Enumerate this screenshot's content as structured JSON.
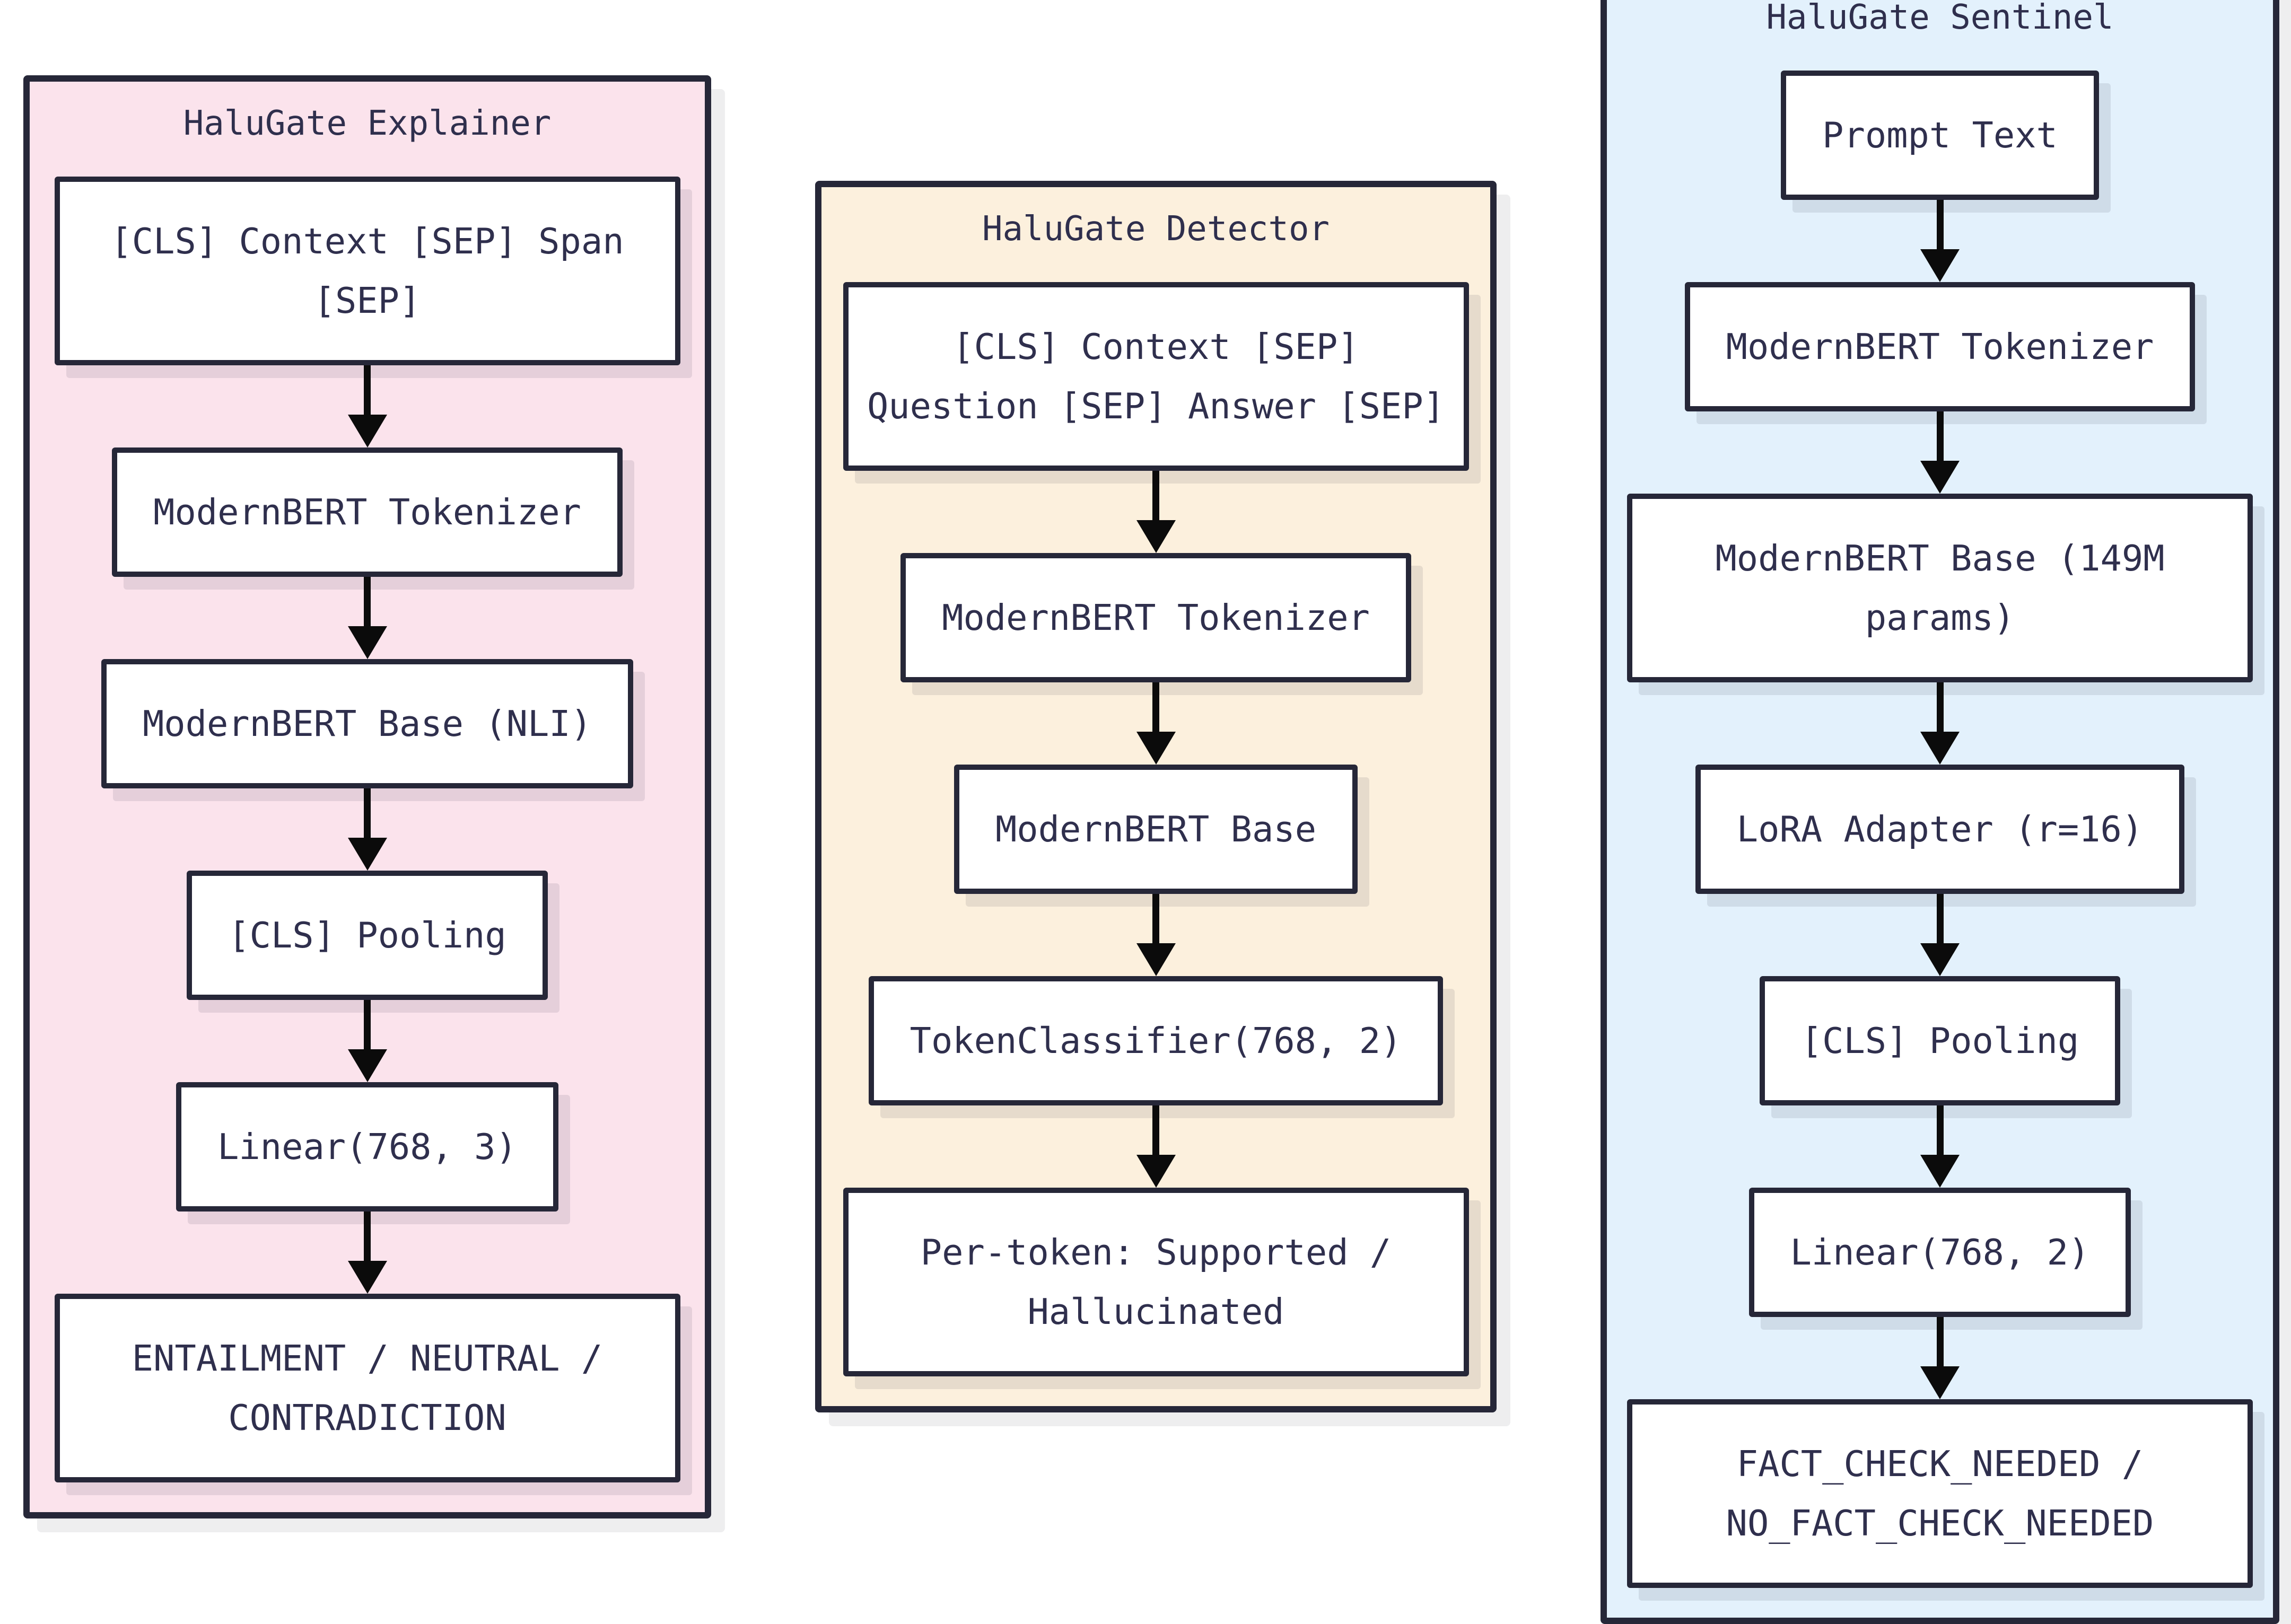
{
  "page": {
    "background": "#ffffff"
  },
  "colors": {
    "panel_border": "#262738",
    "box_border": "#262738",
    "text": "#2f2f4d",
    "arrow": "#0b0b0b",
    "node_bg": "#ffffff",
    "explainer_bg": "#fbe3ec",
    "detector_bg": "#fcf0dd",
    "sentinel_bg": "#e3f1fc"
  },
  "explainer": {
    "title": "HaluGate Explainer",
    "nodes": [
      "[CLS] Context [SEP] Span\n[SEP]",
      "ModernBERT Tokenizer",
      "ModernBERT Base (NLI)",
      "[CLS] Pooling",
      "Linear(768, 3)",
      "ENTAILMENT / NEUTRAL /\nCONTRADICTION"
    ]
  },
  "detector": {
    "title": "HaluGate Detector",
    "nodes": [
      "[CLS] Context [SEP]\nQuestion [SEP] Answer [SEP]",
      "ModernBERT Tokenizer",
      "ModernBERT Base",
      "TokenClassifier(768, 2)",
      "Per-token: Supported /\nHallucinated"
    ]
  },
  "sentinel": {
    "title": "HaluGate Sentinel",
    "nodes": [
      "Prompt Text",
      "ModernBERT Tokenizer",
      "ModernBERT Base (149M\nparams)",
      "LoRA Adapter (r=16)",
      "[CLS] Pooling",
      "Linear(768, 2)",
      "FACT_CHECK_NEEDED /\nNO_FACT_CHECK_NEEDED"
    ]
  }
}
